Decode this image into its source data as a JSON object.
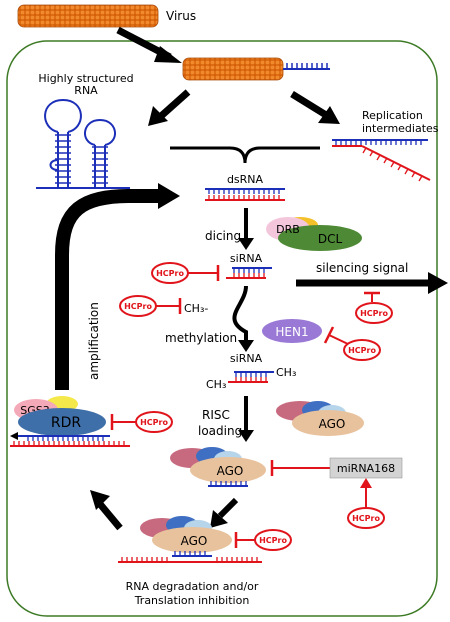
{
  "labels": {
    "virus": "Virus",
    "highly_structured_rna": [
      "Highly structured",
      "RNA"
    ],
    "replication_intermediates": [
      "Replication",
      "intermediates"
    ],
    "dsrna": "dsRNA",
    "dicing": "dicing",
    "drb": "DRB",
    "dcl": "DCL",
    "sirna": "siRNA",
    "sirna2": "siRNA",
    "silencing_signal": "silencing signal",
    "ch3_dash": "CH₃-",
    "ch3": "CH₃",
    "methylation": "methylation",
    "hen1": "HEN1",
    "amplification": "amplification",
    "risc_loading": [
      "RISC",
      "loading"
    ],
    "ago": "AGO",
    "sgs3": "SGS3",
    "rdr": "RDR",
    "mirna168": "miRNA168",
    "rna_degradation": [
      "RNA degradation and/or",
      "Translation inhibition"
    ],
    "hcpro": "HCPro"
  },
  "colors": {
    "rna_red": "#e0141a",
    "rna_blue": "#1c2fb8",
    "virus_orange": "#e06a10",
    "cell_border": "#3d7a25",
    "hcpro_red": "#e0141a"
  }
}
